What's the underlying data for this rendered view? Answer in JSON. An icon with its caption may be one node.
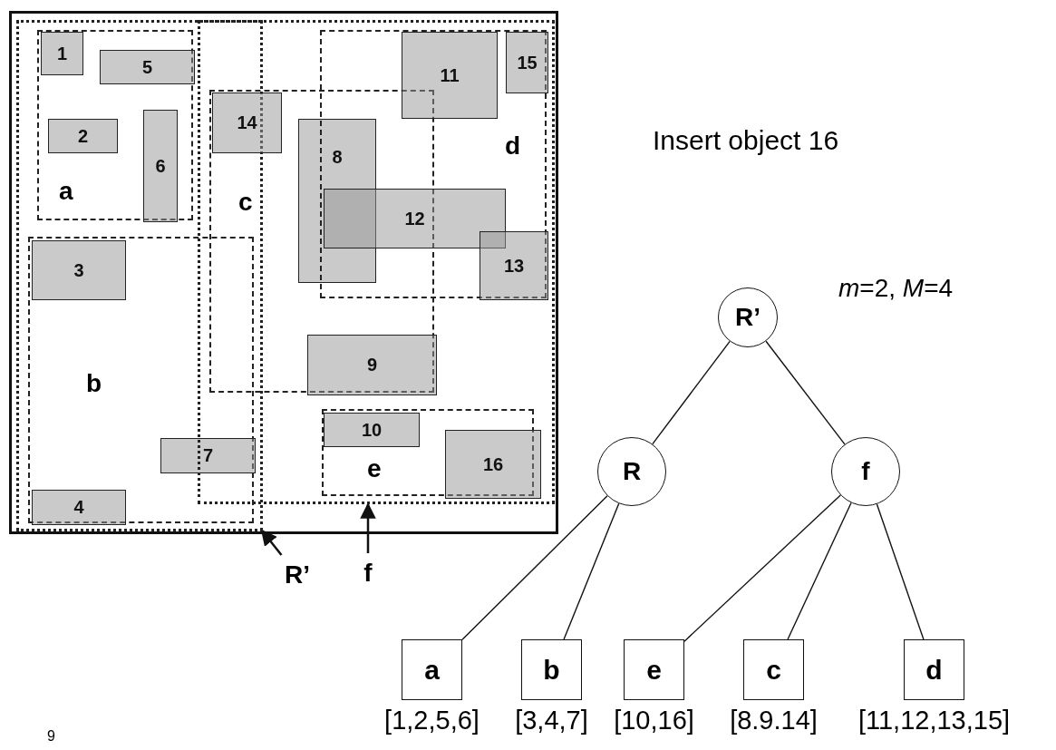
{
  "diagram": {
    "nodes": [
      {
        "text": [],
        "shape": "box"
      },
      {
        "text": [
          "a"
        ],
        "in": 0
      },
      {
        "text": [
          "1"
        ],
        "in": 1
      },
      {
        "text": [
          "5"
        ],
        "in": 1
      },
      {
        "text": [
          "2"
        ],
        "in": 1
      },
      {
        "text": [
          "6"
        ],
        "in": 1
      },
      {
        "text": [
          "b"
        ],
        "in": 0
      },
      {
        "text": [
          "3"
        ],
        "in": 6
      },
      {
        "text": [
          "7"
        ],
        "in": 6
      },
      {
        "text": [
          "4"
        ],
        "in": 6
      },
      {
        "text": [],
        "shape": "box"
      },
      {
        "text": [
          "c"
        ],
        "in": 10
      },
      {
        "text": [
          "14"
        ],
        "in": 11
      },
      {
        "text": [
          "8"
        ],
        "in": 11
      },
      {
        "text": [
          "9"
        ],
        "in": 11
      },
      {
        "text": [
          "d"
        ],
        "in": 10
      },
      {
        "text": [
          "11"
        ],
        "in": 15
      },
      {
        "text": [
          "15"
        ],
        "in": 15
      },
      {
        "text": [
          "12"
        ],
        "in": 15
      },
      {
        "text": [
          "13"
        ],
        "in": 15
      },
      {
        "text": [
          "e"
        ],
        "in": 10
      },
      {
        "text": [
          "10"
        ],
        "in": 20
      },
      {
        "text": [
          "16"
        ],
        "in": 20
      },
      {
        "text": [
          "R’"
        ]
      },
      {
        "text": [
          "f"
        ]
      },
      {
        "text": [
          "R’"
        ]
      },
      {
        "text": [
          "R"
        ]
      },
      {
        "text": [
          "f"
        ]
      },
      {
        "text": [
          "a"
        ],
        "beside": [
          "[1,2,5,6]"
        ]
      },
      {
        "text": [
          "b"
        ],
        "beside": [
          "[3,4,7]"
        ]
      },
      {
        "text": [
          "e"
        ],
        "beside": [
          "[10,16]"
        ]
      },
      {
        "text": [
          "c"
        ],
        "beside": [
          "[8.9.14]"
        ]
      },
      {
        "text": [
          "d"
        ],
        "beside": [
          "[11,12,13,15]"
        ]
      }
    ],
    "edges": [
      {
        "from": 23,
        "to": 0,
        "arrow": "to"
      },
      {
        "from": 24,
        "to": 10,
        "arrow": "to"
      },
      {
        "from": 25,
        "to": 26,
        "arrow": "none"
      },
      {
        "from": 25,
        "to": 27,
        "arrow": "none"
      },
      {
        "from": 26,
        "to": 28,
        "arrow": "none"
      },
      {
        "from": 26,
        "to": 29,
        "arrow": "none"
      },
      {
        "from": 27,
        "to": 30,
        "arrow": "none"
      },
      {
        "from": 27,
        "to": 31,
        "arrow": "none"
      },
      {
        "from": 27,
        "to": 32,
        "arrow": "none"
      }
    ],
    "labels": [
      "Insert object 16",
      "*m*=2, *M*=4",
      "9"
    ]
  }
}
